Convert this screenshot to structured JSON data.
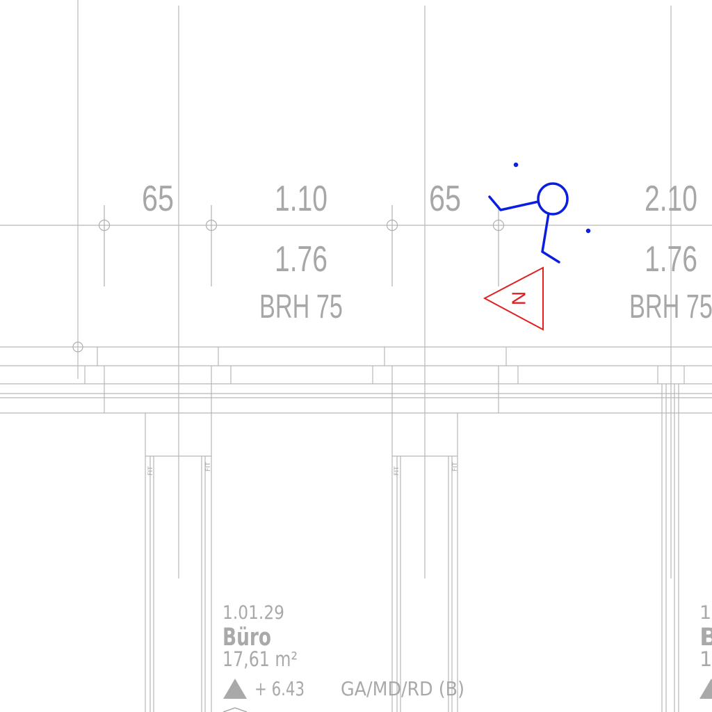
{
  "plan": {
    "dimensions": [
      {
        "width": "65"
      },
      {
        "width": "1.10",
        "height": "1.76",
        "sill": "BRH 75"
      },
      {
        "width": "65"
      },
      {
        "width": "2.10",
        "height": "1.76",
        "sill": "BRH 75"
      }
    ],
    "room": {
      "number": "1.01.29",
      "name": "Büro",
      "area": "17,61 m²",
      "level": "+ 6.43",
      "finish": "GA/MD/RD (B)"
    },
    "room_right_partial": {
      "number": "1.",
      "name": "B",
      "area": "1"
    },
    "north_marker": {
      "letter": "N",
      "color": "#e02020"
    },
    "wall_label": "FIT",
    "colors": {
      "line": "#b4b4b4",
      "text": "#a7a7a7",
      "markup": "#0a1ee0"
    }
  }
}
